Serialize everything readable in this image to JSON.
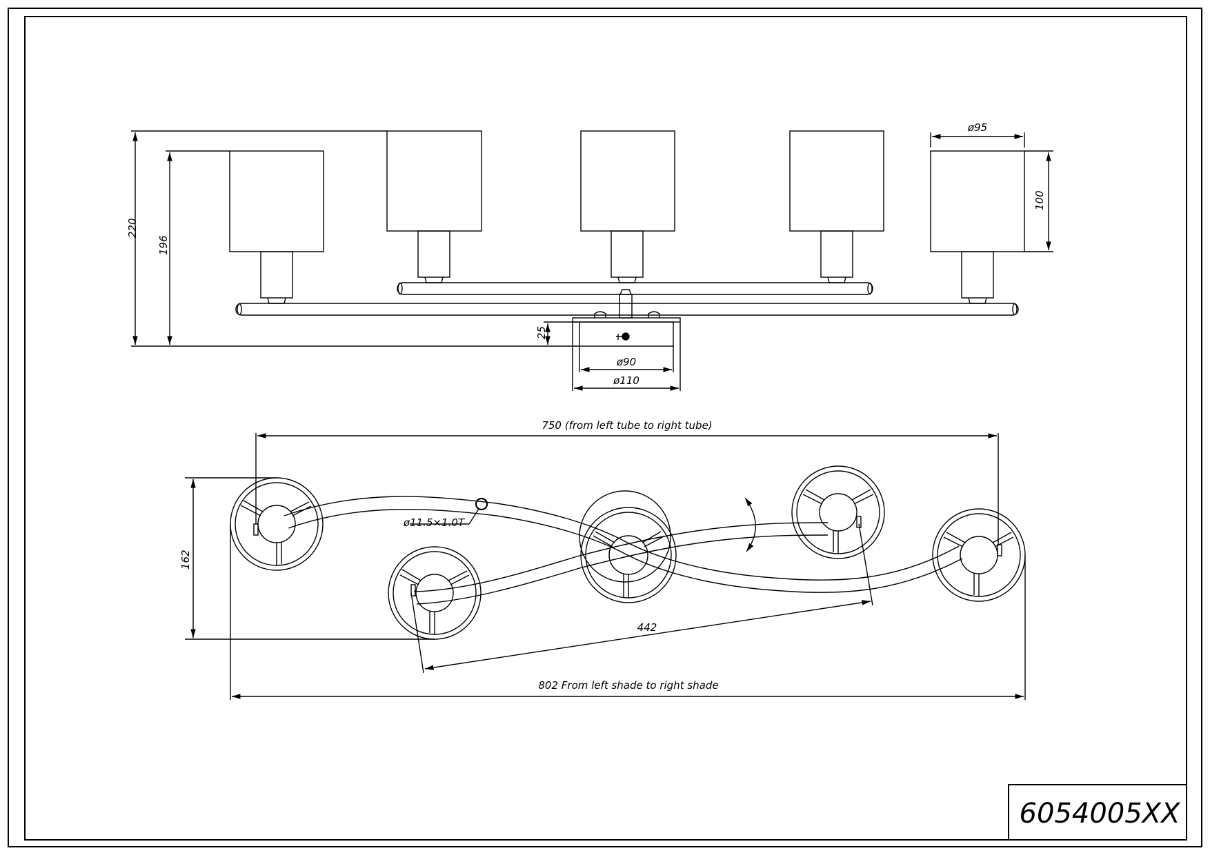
{
  "part_number": "6054005XX",
  "side_view": {
    "total_height": "220",
    "arm_height": "196",
    "shade_diameter": "ø95",
    "shade_height": "100",
    "canopy_height": "25",
    "canopy_inner_diameter": "ø90",
    "canopy_outer_diameter": "ø110"
  },
  "top_view": {
    "tube_span": "750 (from left tube to right tube)",
    "depth": "162",
    "tube_spec": "ø11.5×1.0T",
    "diagonal": "442",
    "shade_span": "802 From left shade to right shade"
  },
  "colors": {
    "line": "#000000",
    "background": "#ffffff"
  }
}
